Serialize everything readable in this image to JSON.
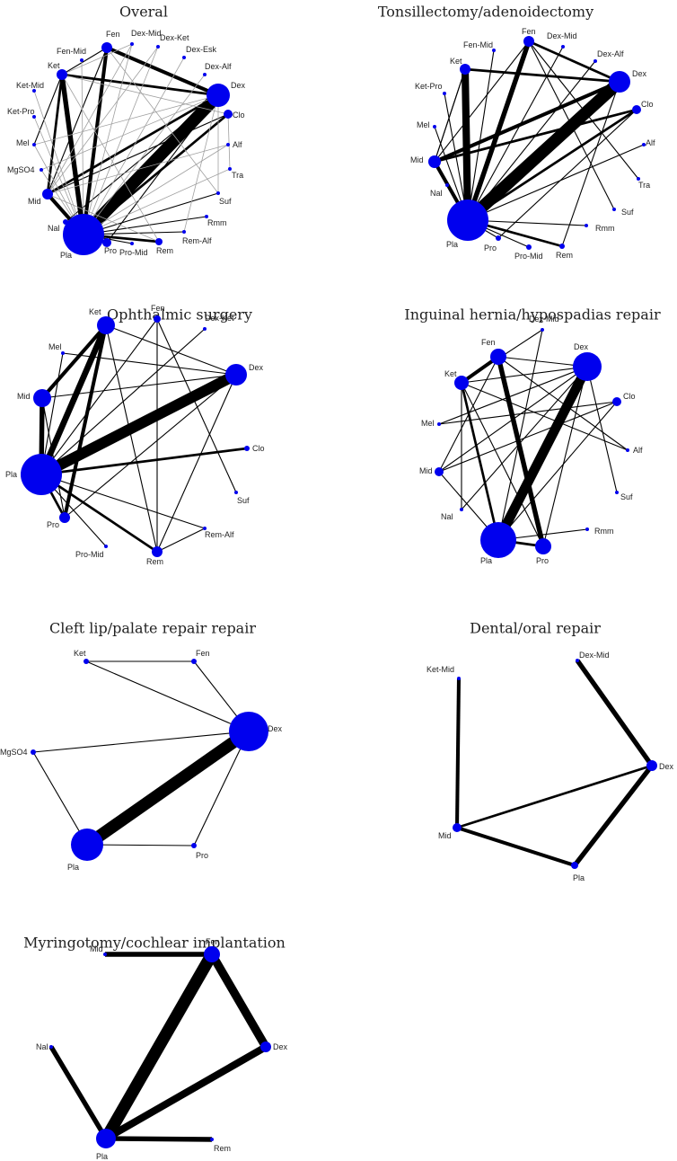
{
  "colors": {
    "node": "#0000ee",
    "edge": "#000000",
    "edge_light": "#a0a0a0",
    "background": "#ffffff"
  },
  "networks": [
    {
      "title": "Overal",
      "nodes": [
        {
          "id": "Fen"
        },
        {
          "id": "Dex-Mid"
        },
        {
          "id": "Dex-Ket"
        },
        {
          "id": "Fen-Mid"
        },
        {
          "id": "Dex-Esk"
        },
        {
          "id": "Ket"
        },
        {
          "id": "Dex-Alf"
        },
        {
          "id": "Ket-Mid"
        },
        {
          "id": "Dex"
        },
        {
          "id": "Ket-Pro"
        },
        {
          "id": "Clo"
        },
        {
          "id": "Mel"
        },
        {
          "id": "Alf"
        },
        {
          "id": "MgSO4"
        },
        {
          "id": "Tra"
        },
        {
          "id": "Mid"
        },
        {
          "id": "Suf"
        },
        {
          "id": "Nal"
        },
        {
          "id": "Rmm"
        },
        {
          "id": "Rem-Alf"
        },
        {
          "id": "Pla"
        },
        {
          "id": "Pro"
        },
        {
          "id": "Pro-Mid"
        },
        {
          "id": "Rem"
        }
      ],
      "edges": [
        [
          "Pla",
          "Dex",
          10
        ],
        [
          "Pla",
          "Ket",
          4
        ],
        [
          "Pla",
          "Fen",
          3
        ],
        [
          "Pla",
          "Mid",
          3
        ],
        [
          "Fen",
          "Dex",
          3
        ],
        [
          "Ket",
          "Dex",
          2
        ],
        [
          "Mid",
          "Dex",
          2
        ],
        [
          "Pla",
          "Clo",
          2
        ],
        [
          "Pla",
          "Rem",
          2
        ],
        [
          "Pla",
          "Pro",
          2
        ],
        [
          "Ket",
          "Mid",
          2
        ],
        [
          "Fen",
          "Mid",
          1
        ],
        [
          "Pla",
          "Nal",
          1
        ],
        [
          "Mid",
          "Clo",
          1
        ],
        [
          "Pla",
          "Suf",
          1
        ],
        [
          "Pla",
          "Rmm",
          1
        ],
        [
          "Pla",
          "Rem-Alf",
          1
        ],
        [
          "Pla",
          "Pro-Mid",
          1
        ],
        [
          "Dex",
          "Pro",
          1
        ],
        [
          "Dex",
          "Nal",
          1
        ],
        [
          "Ket",
          "Mel",
          1
        ],
        [
          "Fen",
          "Ket",
          1
        ],
        [
          "Mel",
          "Pla",
          1,
          "g"
        ],
        [
          "MgSO4",
          "Pla",
          1,
          "g"
        ],
        [
          "MgSO4",
          "Dex",
          1,
          "g"
        ],
        [
          "Ket-Mid",
          "Pla",
          1,
          "g"
        ],
        [
          "Ket-Pro",
          "Pla",
          1,
          "g"
        ],
        [
          "Fen-Mid",
          "Pla",
          1,
          "g"
        ],
        [
          "Dex-Mid",
          "Pla",
          1,
          "g"
        ],
        [
          "Dex-Mid",
          "Mid",
          1,
          "g"
        ],
        [
          "Dex-Ket",
          "Pla",
          1,
          "g"
        ],
        [
          "Dex-Ket",
          "Mid",
          1,
          "g"
        ],
        [
          "Dex-Esk",
          "Pla",
          1,
          "g"
        ],
        [
          "Dex-Alf",
          "Pla",
          1,
          "g"
        ],
        [
          "Alf",
          "Pla",
          1,
          "g"
        ],
        [
          "Alf",
          "Mid",
          1,
          "g"
        ],
        [
          "Tra",
          "Pla",
          1,
          "g"
        ],
        [
          "Tra",
          "Clo",
          1,
          "g"
        ],
        [
          "Dex",
          "Mel",
          1,
          "g"
        ],
        [
          "Dex",
          "Suf",
          1,
          "g"
        ],
        [
          "Dex",
          "Rem-Alf",
          1,
          "g"
        ],
        [
          "Fen",
          "Suf",
          1,
          "g"
        ],
        [
          "Ket",
          "Rem",
          1,
          "g"
        ],
        [
          "Mid",
          "Rem",
          1,
          "g"
        ],
        [
          "Clo",
          "Ket",
          1,
          "g"
        ],
        [
          "Dex-Mid",
          "Ket",
          1,
          "g"
        ]
      ]
    },
    {
      "title": "Tonsillectomy/adenoidectomy",
      "nodes": [
        {
          "id": "Fen"
        },
        {
          "id": "Fen-Mid"
        },
        {
          "id": "Dex-Mid"
        },
        {
          "id": "Ket"
        },
        {
          "id": "Dex-Alf"
        },
        {
          "id": "Ket-Pro"
        },
        {
          "id": "Dex"
        },
        {
          "id": "Clo"
        },
        {
          "id": "Mel"
        },
        {
          "id": "Alf"
        },
        {
          "id": "Mid"
        },
        {
          "id": "Tra"
        },
        {
          "id": "Nal"
        },
        {
          "id": "Suf"
        },
        {
          "id": "Rmm"
        },
        {
          "id": "Pla"
        },
        {
          "id": "Pro"
        },
        {
          "id": "Pro-Mid"
        },
        {
          "id": "Rem"
        }
      ],
      "edges": [
        [
          "Pla",
          "Dex",
          10
        ],
        [
          "Pla",
          "Ket",
          6
        ],
        [
          "Pla",
          "Fen",
          4
        ],
        [
          "Pla",
          "Mid",
          3
        ],
        [
          "Mid",
          "Dex",
          3
        ],
        [
          "Mid",
          "Clo",
          2
        ],
        [
          "Pla",
          "Clo",
          2
        ],
        [
          "Ket",
          "Dex",
          2
        ],
        [
          "Fen",
          "Dex",
          2
        ],
        [
          "Pla",
          "Rem",
          2
        ],
        [
          "Pla",
          "Pro",
          1
        ],
        [
          "Pla",
          "Nal",
          1
        ],
        [
          "Mid",
          "Ket",
          1
        ],
        [
          "Mid",
          "Fen",
          1
        ],
        [
          "Pla",
          "Rmm",
          1
        ],
        [
          "Pla",
          "Pro-Mid",
          1
        ],
        [
          "Pla",
          "Alf",
          1
        ],
        [
          "Fen-Mid",
          "Pla",
          1
        ],
        [
          "Ket-Pro",
          "Pla",
          1
        ],
        [
          "Dex-Mid",
          "Pla",
          1
        ],
        [
          "Dex-Alf",
          "Pla",
          1
        ],
        [
          "Mel",
          "Pla",
          1
        ],
        [
          "Fen",
          "Suf",
          1
        ],
        [
          "Fen",
          "Tra",
          1
        ],
        [
          "Dex",
          "Rem",
          1
        ],
        [
          "Clo",
          "Pro",
          1
        ],
        [
          "Ket",
          "Mid",
          1
        ]
      ]
    },
    {
      "title": "Ophthalmic surgery",
      "nodes": [
        {
          "id": "Ket"
        },
        {
          "id": "Fen"
        },
        {
          "id": "Dex-Ket"
        },
        {
          "id": "Mel"
        },
        {
          "id": "Dex"
        },
        {
          "id": "Mid"
        },
        {
          "id": "Clo"
        },
        {
          "id": "Pla"
        },
        {
          "id": "Suf"
        },
        {
          "id": "Pro"
        },
        {
          "id": "Rem-Alf"
        },
        {
          "id": "Pro-Mid"
        },
        {
          "id": "Rem"
        }
      ],
      "edges": [
        [
          "Pla",
          "Dex",
          9
        ],
        [
          "Pla",
          "Ket",
          5
        ],
        [
          "Pla",
          "Mid",
          4
        ],
        [
          "Ket",
          "Mid",
          3
        ],
        [
          "Ket",
          "Pro",
          3
        ],
        [
          "Pla",
          "Clo",
          2
        ],
        [
          "Pla",
          "Rem",
          2
        ],
        [
          "Pla",
          "Pro",
          2
        ],
        [
          "Ket",
          "Dex",
          1
        ],
        [
          "Mid",
          "Dex",
          1
        ],
        [
          "Fen",
          "Pla",
          1
        ],
        [
          "Fen",
          "Rem",
          1
        ],
        [
          "Fen",
          "Suf",
          1
        ],
        [
          "Dex-Ket",
          "Pla",
          1
        ],
        [
          "Mel",
          "Pla",
          1
        ],
        [
          "Mel",
          "Dex",
          1
        ],
        [
          "Pla",
          "Rem-Alf",
          1
        ],
        [
          "Pla",
          "Pro-Mid",
          1
        ],
        [
          "Dex",
          "Pro",
          1
        ],
        [
          "Ket",
          "Rem",
          1
        ],
        [
          "Dex",
          "Rem",
          1
        ],
        [
          "Rem",
          "Rem-Alf",
          1
        ],
        [
          "Mid",
          "Pro",
          1
        ]
      ]
    },
    {
      "title": "Inguinal hernia/hypospadias repair",
      "nodes": [
        {
          "id": "Fen"
        },
        {
          "id": "Dex-Mid"
        },
        {
          "id": "Dex"
        },
        {
          "id": "Ket"
        },
        {
          "id": "Clo"
        },
        {
          "id": "Mel"
        },
        {
          "id": "Alf"
        },
        {
          "id": "Mid"
        },
        {
          "id": "Suf"
        },
        {
          "id": "Nal"
        },
        {
          "id": "Rmm"
        },
        {
          "id": "Pla"
        },
        {
          "id": "Pro"
        }
      ],
      "edges": [
        [
          "Pla",
          "Dex",
          8
        ],
        [
          "Fen",
          "Pro",
          4
        ],
        [
          "Fen",
          "Ket",
          3
        ],
        [
          "Pla",
          "Pro",
          2
        ],
        [
          "Ket",
          "Pla",
          2
        ],
        [
          "Ket",
          "Pro",
          1
        ],
        [
          "Dex",
          "Pro",
          1
        ],
        [
          "Dex",
          "Mel",
          1
        ],
        [
          "Dex",
          "Mid",
          1
        ],
        [
          "Dex",
          "Ket",
          1
        ],
        [
          "Dex",
          "Nal",
          1
        ],
        [
          "Dex",
          "Suf",
          1
        ],
        [
          "Fen",
          "Dex",
          1
        ],
        [
          "Fen",
          "Mid",
          1
        ],
        [
          "Fen",
          "Alf",
          1
        ],
        [
          "Clo",
          "Mid",
          1
        ],
        [
          "Clo",
          "Pla",
          1
        ],
        [
          "Clo",
          "Mel",
          1
        ],
        [
          "Alf",
          "Ket",
          1
        ],
        [
          "Dex-Mid",
          "Pla",
          1
        ],
        [
          "Dex-Mid",
          "Ket",
          1
        ],
        [
          "Mid",
          "Pla",
          1
        ],
        [
          "Pla",
          "Rmm",
          1
        ],
        [
          "Nal",
          "Ket",
          1
        ]
      ]
    },
    {
      "title": "Cleft lip/palate repair repair",
      "nodes": [
        {
          "id": "Ket"
        },
        {
          "id": "Fen"
        },
        {
          "id": "MgSO4"
        },
        {
          "id": "Dex"
        },
        {
          "id": "Pla"
        },
        {
          "id": "Pro"
        }
      ],
      "edges": [
        [
          "Pla",
          "Dex",
          10
        ],
        [
          "Ket",
          "Fen",
          1
        ],
        [
          "Ket",
          "Dex",
          1
        ],
        [
          "Fen",
          "Dex",
          1
        ],
        [
          "MgSO4",
          "Dex",
          1
        ],
        [
          "MgSO4",
          "Pla",
          1
        ],
        [
          "Pla",
          "Pro",
          1
        ],
        [
          "Pro",
          "Dex",
          1
        ]
      ]
    },
    {
      "title": "Dental/oral repair",
      "nodes": [
        {
          "id": "Dex-Mid"
        },
        {
          "id": "Ket-Mid"
        },
        {
          "id": "Dex"
        },
        {
          "id": "Mid"
        },
        {
          "id": "Pla"
        }
      ],
      "edges": [
        [
          "Dex-Mid",
          "Dex",
          4
        ],
        [
          "Ket-Mid",
          "Mid",
          3
        ],
        [
          "Mid",
          "Dex",
          2
        ],
        [
          "Mid",
          "Pla",
          3
        ],
        [
          "Pla",
          "Dex",
          4
        ]
      ]
    },
    {
      "title": "Myringotomy/cochlear implantation",
      "nodes": [
        {
          "id": "Mid"
        },
        {
          "id": "Fen"
        },
        {
          "id": "Nal"
        },
        {
          "id": "Dex"
        },
        {
          "id": "Pla"
        },
        {
          "id": "Rem"
        }
      ],
      "edges": [
        [
          "Pla",
          "Fen",
          10
        ],
        [
          "Fen",
          "Dex",
          7
        ],
        [
          "Pla",
          "Dex",
          6
        ],
        [
          "Mid",
          "Fen",
          4
        ],
        [
          "Nal",
          "Pla",
          4
        ],
        [
          "Pla",
          "Rem",
          4
        ]
      ]
    }
  ]
}
